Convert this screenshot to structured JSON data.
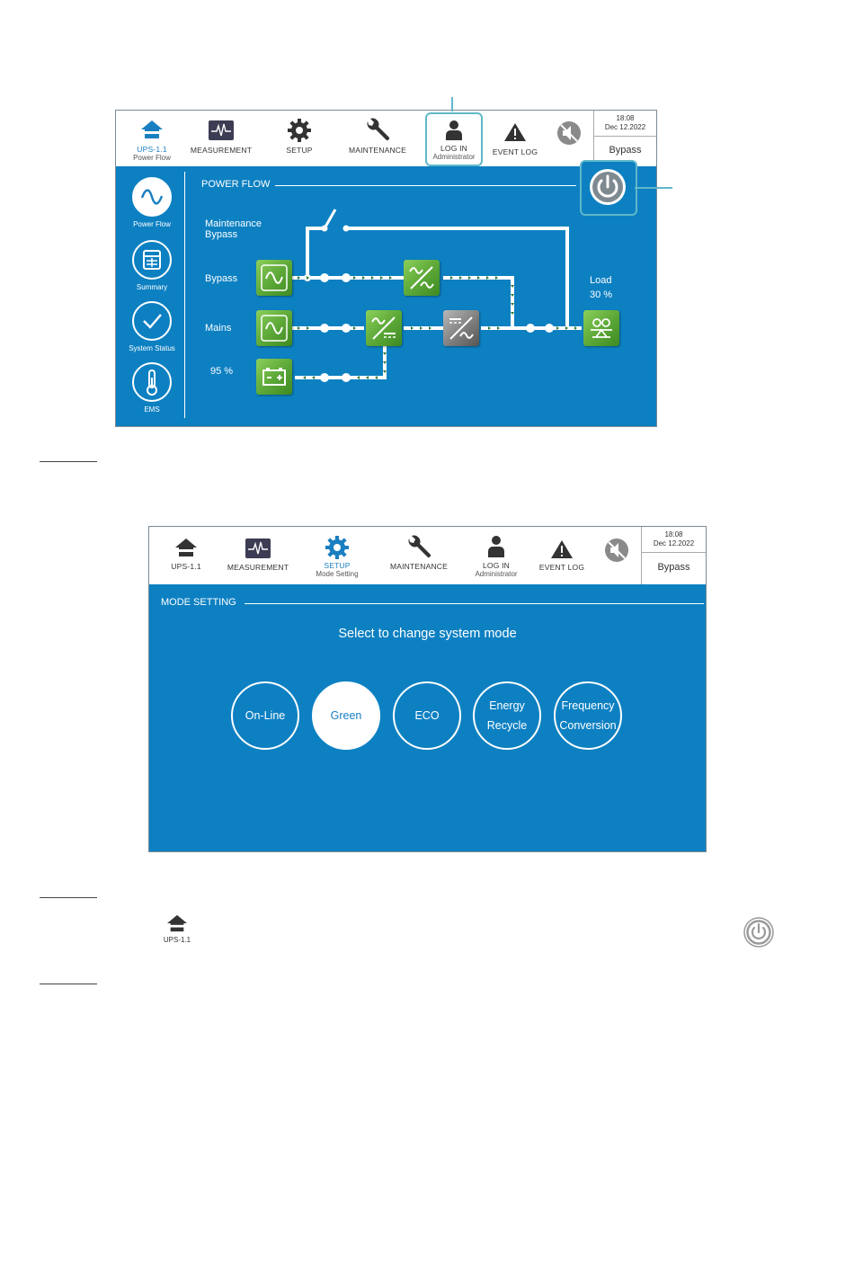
{
  "screen1": {
    "nav": [
      {
        "label": "UPS-1.1",
        "sub": "Power Flow",
        "icon": "home-icon",
        "active": true
      },
      {
        "label": "MEASUREMENT",
        "icon": "waveform-icon"
      },
      {
        "label": "SETUP",
        "icon": "gear-icon"
      },
      {
        "label": "MAINTENANCE",
        "icon": "wrench-icon"
      },
      {
        "label": "LOG IN",
        "sub": "Administrator",
        "icon": "user-icon"
      },
      {
        "label": "EVENT LOG",
        "icon": "warning-icon"
      }
    ],
    "mute_icon": "mute-icon",
    "clock": {
      "time": "18:08",
      "date": "Dec 12.2022",
      "mode": "Bypass"
    },
    "sidebar": [
      {
        "label": "Power Flow",
        "icon": "sine-icon",
        "selected": true
      },
      {
        "label": "Summary",
        "icon": "summary-icon"
      },
      {
        "label": "System Status",
        "icon": "check-icon"
      },
      {
        "label": "EMS",
        "icon": "thermometer-icon"
      }
    ],
    "section_title": "POWER FLOW",
    "labels": {
      "maintenance_bypass_1": "Maintenance",
      "maintenance_bypass_2": "Bypass",
      "bypass": "Bypass",
      "mains": "Mains",
      "battery_pct": "95 %",
      "load": "Load",
      "load_pct": "30 %"
    }
  },
  "screen2": {
    "nav": [
      {
        "label": "UPS-1.1",
        "icon": "home-icon"
      },
      {
        "label": "MEASUREMENT",
        "icon": "waveform-icon"
      },
      {
        "label": "SETUP",
        "sub": "Mode Setting",
        "icon": "gear-icon",
        "active": true
      },
      {
        "label": "MAINTENANCE",
        "icon": "wrench-icon"
      },
      {
        "label": "LOG IN",
        "sub": "Administrator",
        "icon": "user-icon"
      },
      {
        "label": "EVENT LOG",
        "icon": "warning-icon"
      }
    ],
    "clock": {
      "time": "18:08",
      "date": "Dec 12.2022",
      "mode": "Bypass"
    },
    "section_title": "MODE SETTING",
    "prompt": "Select to change system mode",
    "modes": [
      {
        "line1": "On-Line",
        "line2": ""
      },
      {
        "line1": "Green",
        "line2": "",
        "selected": true
      },
      {
        "line1": "ECO",
        "line2": ""
      },
      {
        "line1": "Energy",
        "line2": "Recycle"
      },
      {
        "line1": "Frequency",
        "line2": "Conversion"
      }
    ]
  },
  "footer": {
    "home_label": "UPS-1.1",
    "home_icon": "home-icon",
    "power_icon": "power-icon"
  },
  "colors": {
    "accent": "#0d80c2",
    "green": "#5aa636",
    "callout": "#5fb8c9"
  }
}
